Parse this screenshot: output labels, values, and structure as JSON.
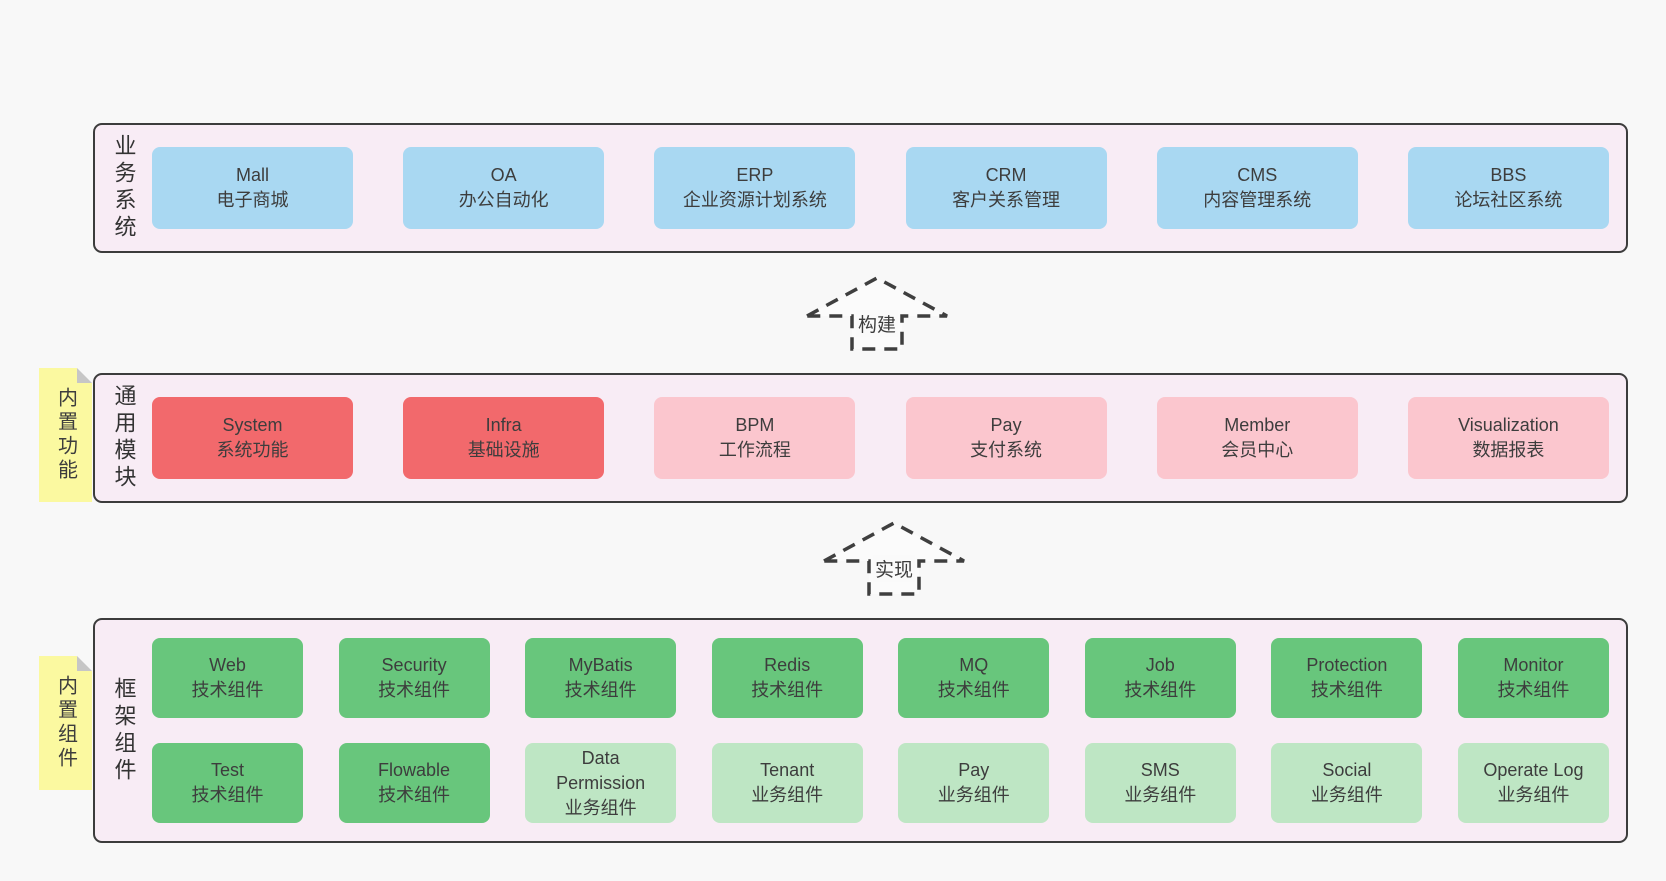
{
  "colors": {
    "page_bg": "#f8f8f8",
    "band_bg": "#f8ecf5",
    "band_border": "#3c3c3c",
    "blue": "#a9d8f2",
    "red": "#f2696c",
    "pink": "#fbc6ce",
    "green": "#68c67c",
    "light_green": "#bee6c4",
    "sticky_yellow": "#fbf9a0",
    "sticky_fold": "#c6c6c6",
    "text": "#3d3d3d"
  },
  "arrows": [
    {
      "label": "构建"
    },
    {
      "label": "实现"
    }
  ],
  "bands": [
    {
      "label": "业务系统",
      "boxes": [
        {
          "name": "Mall",
          "desc": "电子商城",
          "variant": "blue"
        },
        {
          "name": "OA",
          "desc": "办公自动化",
          "variant": "blue"
        },
        {
          "name": "ERP",
          "desc": "企业资源计划系统",
          "variant": "blue"
        },
        {
          "name": "CRM",
          "desc": "客户关系管理",
          "variant": "blue"
        },
        {
          "name": "CMS",
          "desc": "内容管理系统",
          "variant": "blue"
        },
        {
          "name": "BBS",
          "desc": "论坛社区系统",
          "variant": "blue"
        }
      ]
    },
    {
      "label": "通用模块",
      "sticky": "内置功能",
      "boxes": [
        {
          "name": "System",
          "desc": "系统功能",
          "variant": "red"
        },
        {
          "name": "Infra",
          "desc": "基础设施",
          "variant": "red"
        },
        {
          "name": "BPM",
          "desc": "工作流程",
          "variant": "pink"
        },
        {
          "name": "Pay",
          "desc": "支付系统",
          "variant": "pink"
        },
        {
          "name": "Member",
          "desc": "会员中心",
          "variant": "pink"
        },
        {
          "name": "Visualization",
          "desc": "数据报表",
          "variant": "pink"
        }
      ]
    },
    {
      "label": "框架组件",
      "sticky": "内置组件",
      "rows": [
        [
          {
            "name": "Web",
            "desc": "技术组件",
            "variant": "green"
          },
          {
            "name": "Security",
            "desc": "技术组件",
            "variant": "green"
          },
          {
            "name": "MyBatis",
            "desc": "技术组件",
            "variant": "green"
          },
          {
            "name": "Redis",
            "desc": "技术组件",
            "variant": "green"
          },
          {
            "name": "MQ",
            "desc": "技术组件",
            "variant": "green"
          },
          {
            "name": "Job",
            "desc": "技术组件",
            "variant": "green"
          },
          {
            "name": "Protection",
            "desc": "技术组件",
            "variant": "green"
          },
          {
            "name": "Monitor",
            "desc": "技术组件",
            "variant": "green"
          }
        ],
        [
          {
            "name": "Test",
            "desc": "技术组件",
            "variant": "green"
          },
          {
            "name": "Flowable",
            "desc": "技术组件",
            "variant": "green"
          },
          {
            "name": "Data Permission",
            "desc": "业务组件",
            "variant": "lightgreen"
          },
          {
            "name": "Tenant",
            "desc": "业务组件",
            "variant": "lightgreen"
          },
          {
            "name": "Pay",
            "desc": "业务组件",
            "variant": "lightgreen"
          },
          {
            "name": "SMS",
            "desc": "业务组件",
            "variant": "lightgreen"
          },
          {
            "name": "Social",
            "desc": "业务组件",
            "variant": "lightgreen"
          },
          {
            "name": "Operate Log",
            "desc": "业务组件",
            "variant": "lightgreen"
          }
        ]
      ]
    }
  ]
}
